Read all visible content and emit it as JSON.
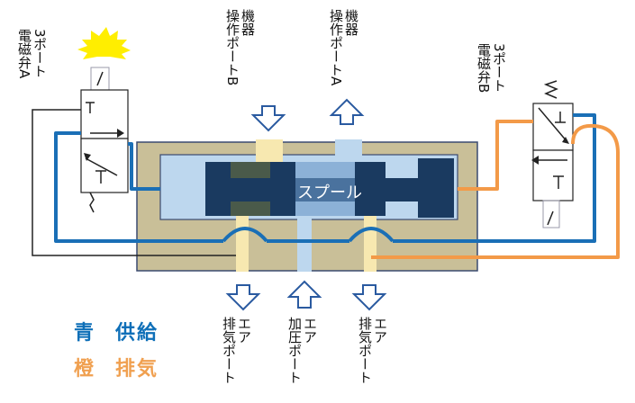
{
  "labels": {
    "valve_a": [
      "3ポート",
      "電磁弁A"
    ],
    "valve_b": [
      "3ポート",
      "電磁弁B"
    ],
    "port_b": [
      "機器",
      "操作ポートB"
    ],
    "port_a": [
      "機器",
      "操作ポートA"
    ],
    "exhaust_left": [
      "エア",
      "排気ポート"
    ],
    "supply": [
      "エア",
      "加圧ポート"
    ],
    "exhaust_right": [
      "エア",
      "排気ポート"
    ],
    "spool": "スプール"
  },
  "legend": {
    "blue": {
      "key": "青",
      "text": "供給",
      "color": "#0e6fb8"
    },
    "orange": {
      "key": "橙",
      "text": "排気",
      "color": "#f0a050"
    }
  },
  "colors": {
    "supply_line": "#1a6fb6",
    "exhaust_line": "#f39a48",
    "body": "#c9bf98",
    "chamber": "#bdd7ee",
    "spool": "#1a3a60"
  }
}
